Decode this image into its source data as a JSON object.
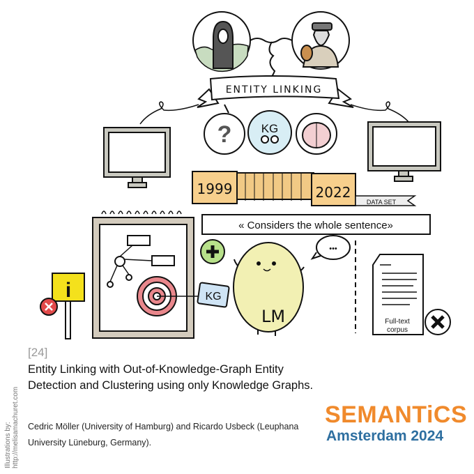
{
  "illustration": {
    "banner": "ENTITY LINKING",
    "kg_bubble": "KG",
    "question_mark": "?",
    "dataset_start": "1999",
    "dataset_end": "2022",
    "dataset_tag": "DATA SET",
    "quote": "« Considers the whole sentence»",
    "kg_tag": "KG",
    "lm_label": "LM",
    "corpus_label_1": "Full-text",
    "corpus_label_2": "corpus",
    "info_sign": "i",
    "speech_dots": "•••"
  },
  "paper": {
    "number": "[24]",
    "title": "Entity Linking with Out-of-Knowledge-Graph Entity Detection and Clustering using only Knowledge Graphs.",
    "authors": "Cedric Möller (University of Hamburg) and Ricardo Usbeck (Leuphana University Lüneburg, Germany)."
  },
  "credit": {
    "line1": "Illustrations by:",
    "line2": "http://melisamachuret.com"
  },
  "conference": {
    "name": "SEMANTiCS",
    "location": "Amsterdam 2024"
  },
  "colors": {
    "orange": "#f08a2c",
    "blue": "#2e6fa0",
    "folder": "#f7cf8c",
    "lm": "#f2f0b3",
    "green": "#b7e08a"
  }
}
